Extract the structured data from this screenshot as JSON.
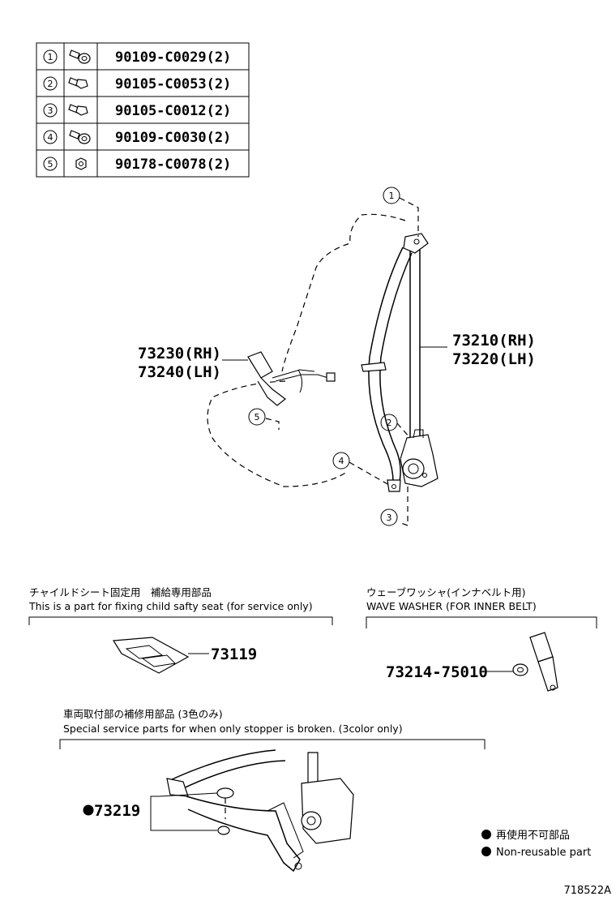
{
  "fastener_table": [
    {
      "ref": "1",
      "icon": "bolt-with-washer-icon",
      "part": "90109-C0029(2)"
    },
    {
      "ref": "2",
      "icon": "bolt-icon",
      "part": "90105-C0053(2)"
    },
    {
      "ref": "3",
      "icon": "bolt-icon",
      "part": "90105-C0012(2)"
    },
    {
      "ref": "4",
      "icon": "bolt-with-washer-icon",
      "part": "90109-C0030(2)"
    },
    {
      "ref": "5",
      "icon": "nut-icon",
      "part": "90178-C0078(2)"
    }
  ],
  "main_diagram": {
    "callouts": [
      "1",
      "2",
      "3",
      "4",
      "5"
    ],
    "buckle_label": {
      "line1": "73230(RH)",
      "line2": "73240(LH)"
    },
    "belt_label": {
      "line1": "73210(RH)",
      "line2": "73220(LH)"
    }
  },
  "child_seat_section": {
    "title_jp": "チャイルドシート固定用　補給専用部品",
    "title_en": "This is a part for fixing child safty seat (for service only)",
    "part_number": "73119"
  },
  "wave_washer_section": {
    "title_jp": "ウェーブワッシャ(インナベルト用)",
    "title_en": "WAVE WASHER (FOR INNER BELT)",
    "part_number": "73214-75010"
  },
  "stopper_section": {
    "title_jp": "車両取付部の補修用部品 (3色のみ)",
    "title_en": "Special service parts for when only stopper is broken. (3color only)",
    "part_number": "73219"
  },
  "legend": {
    "jp": "再使用不可部品",
    "en": "Non-reusable part"
  },
  "illustration_id": "718522A"
}
